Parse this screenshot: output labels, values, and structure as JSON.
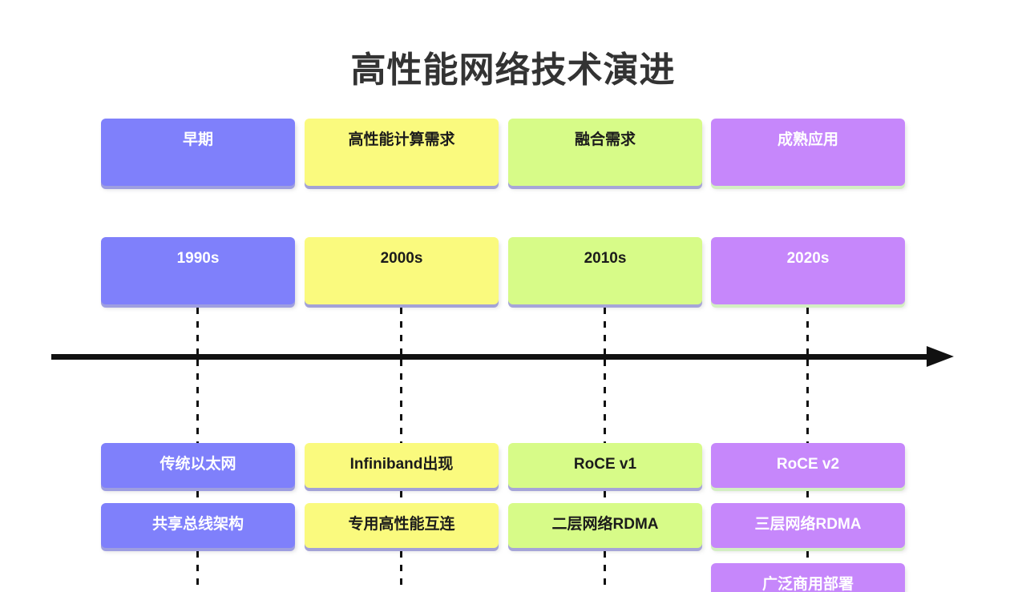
{
  "title": "高性能网络技术演进",
  "axis": {
    "name": "timeline-arrow",
    "direction": "left-to-right"
  },
  "columns": [
    {
      "id": "col-1990s",
      "theme": "indigo",
      "phase": "早期",
      "decade": "1990s",
      "items": [
        "传统以太网",
        "共享总线架构"
      ]
    },
    {
      "id": "col-2000s",
      "theme": "yellow",
      "phase": "高性能计算需求",
      "decade": "2000s",
      "items": [
        "Infiniband出现",
        "专用高性能互连"
      ]
    },
    {
      "id": "col-2010s",
      "theme": "green",
      "phase": "融合需求",
      "decade": "2010s",
      "items": [
        "RoCE v1",
        "二层网络RDMA"
      ]
    },
    {
      "id": "col-2020s",
      "theme": "orchid",
      "phase": "成熟应用",
      "decade": "2020s",
      "items": [
        "RoCE v2",
        "三层网络RDMA",
        "广泛商用部署"
      ]
    }
  ],
  "colors": {
    "indigo": "#7f80fb",
    "yellow": "#fafa7e",
    "green": "#d7fb88",
    "orchid": "#c687fb",
    "axis": "#111111",
    "title": "#333333",
    "background": "#ffffff"
  }
}
